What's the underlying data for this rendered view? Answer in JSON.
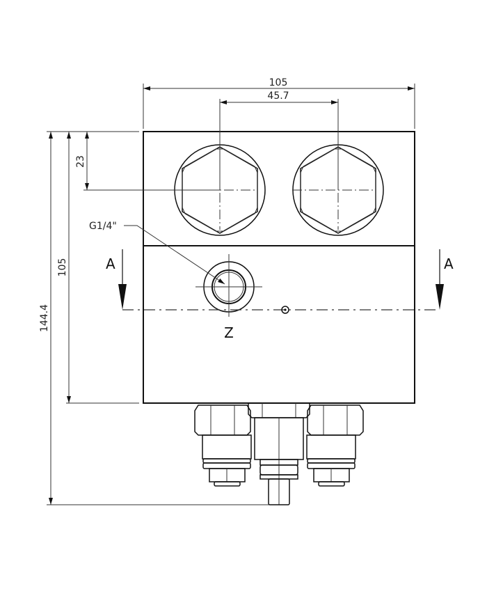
{
  "drawing": {
    "type": "technical-drawing",
    "view": "front view of hydraulic valve block"
  },
  "dimensions": {
    "overall_width": "105",
    "port_spacing": "45.7",
    "port_offset_top": "23",
    "block_height": "105",
    "overall_height": "144.4"
  },
  "labels": {
    "thread_callout": "G1/4\"",
    "port_letter": "Z",
    "section_left": "A",
    "section_right": "A"
  },
  "colors": {
    "line": "#111111",
    "background": "#ffffff"
  }
}
